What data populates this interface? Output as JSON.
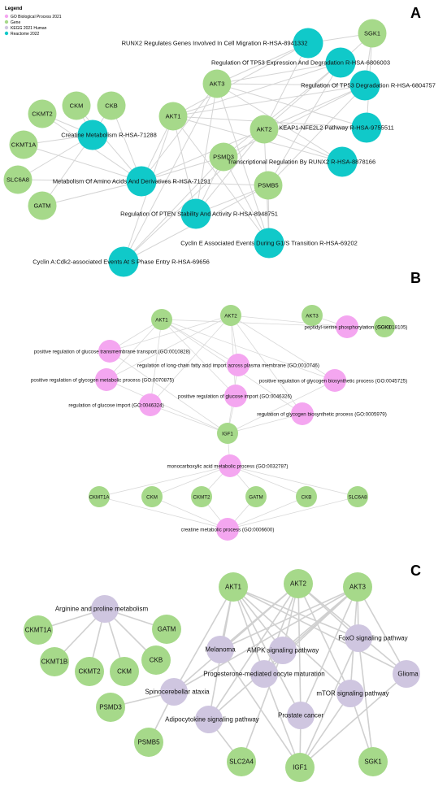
{
  "panels": {
    "a": "A",
    "b": "B",
    "c": "C"
  },
  "legend": {
    "title": "Legend",
    "items": [
      {
        "label": "GO Biological Process 2021",
        "color": "#f4a6f0"
      },
      {
        "label": "Gene",
        "color": "#a6d98a"
      },
      {
        "label": "KEGG 2021 Human",
        "color": "#cfc6e0"
      },
      {
        "label": "Reactome 2022",
        "color": "#10c9c9"
      }
    ]
  },
  "colors": {
    "gene": "#a6d98a",
    "reactome": "#10c9c9",
    "go": "#f4a6f0",
    "kegg": "#cfc6e0",
    "edge": "#d4d4d4"
  },
  "panel_a": {
    "genes": [
      "SGK1",
      "AKT3",
      "AKT1",
      "AKT2",
      "PSMD3",
      "PSMB5",
      "CKMT2",
      "CKM",
      "CKB",
      "CKMT1A",
      "SLC6A8",
      "GATM"
    ],
    "pathways": [
      "RUNX2 Regulates Genes Involved In Cell Migration R-HSA-8941332",
      "Regulation Of TP53 Expression And Degradation R-HSA-6806003",
      "Regulation Of TP53 Degradation R-HSA-6804757",
      "KEAP1-NFE2L2 Pathway R-HSA-9755511",
      "Transcriptional Regulation By RUNX2 R-HSA-8878166",
      "Creatine Metabolism R-HSA-71288",
      "Metabolism Of Amino Acids And Derivatives R-HSA-71291",
      "Regulation Of PTEN Stability And Activity R-HSA-8948751",
      "Cyclin E Associated Events During G1/S Transition R-HSA-69202",
      "Cyclin A:Cdk2-associated Events At S Phase Entry R-HSA-69656"
    ]
  },
  "panel_b": {
    "genes": [
      "AKT1",
      "AKT2",
      "AKT3",
      "SGK1",
      "IGF1",
      "CKMT1A",
      "CKM",
      "CKMT2",
      "GATM",
      "CKB",
      "SLC6A8"
    ],
    "terms": [
      "peptidyl-serine phosphorylation (GO:0018105)",
      "positive regulation of glucose transmembrane transport (GO:0010828)",
      "regulation of long-chain fatty acid import across plasma membrane (GO:0010746)",
      "positive regulation of glycogen metabolic process (GO:0070875)",
      "positive regulation of glycogen biosynthetic process (GO:0045725)",
      "positive regulation of glucose import (GO:0046326)",
      "regulation of glucose import (GO:0046324)",
      "regulation of glycogen biosynthetic process (GO:0005979)",
      "monocarboxylic acid metabolic process (GO:0032787)",
      "creatine metabolic process (GO:0006600)"
    ]
  },
  "panel_c": {
    "genes": [
      "CKMT1A",
      "GATM",
      "CKMT1B",
      "CKMT2",
      "CKM",
      "CKB",
      "AKT1",
      "AKT2",
      "AKT3",
      "PSMD3",
      "PSMB5",
      "SLC2A4",
      "IGF1",
      "SGK1"
    ],
    "pathways": [
      "Arginine and proline metabolism",
      "Melanoma",
      "AMPK signaling pathway",
      "FoxO signaling pathway",
      "Glioma",
      "Progesterone-mediated oocyte maturation",
      "Spinocerebellar ataxia",
      "mTOR signaling pathway",
      "Adipocytokine signaling pathway",
      "Prostate cancer"
    ]
  }
}
